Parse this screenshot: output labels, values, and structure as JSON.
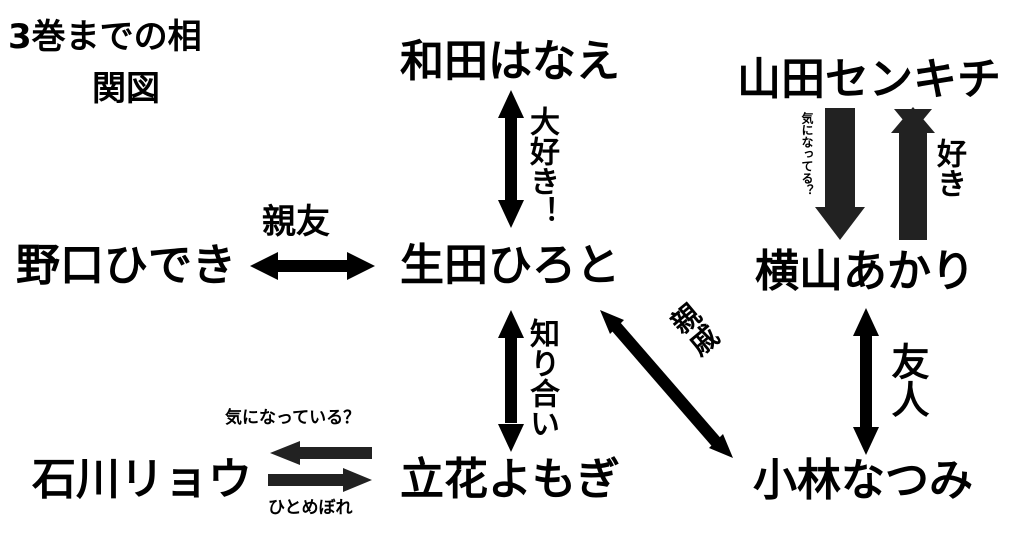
{
  "title": {
    "line1": "3巻までの相",
    "line2": "関図"
  },
  "characters": {
    "wada": "和田はなえ",
    "yamada": "山田センキチ",
    "noguchi": "野口ひでき",
    "ikuta": "生田ひろと",
    "yokoyama": "横山あかり",
    "ishikawa": "石川リョウ",
    "tachibana": "立花よもぎ",
    "kobayashi": "小林なつみ"
  },
  "relations": {
    "ikuta_wada": "大好き！",
    "noguchi_ikuta": "親友",
    "ikuta_tachibana": "知り合い",
    "ikuta_kobayashi": "親戚",
    "yamada_to_yokoyama": "気になってる？",
    "yokoyama_to_yamada": "好き",
    "yokoyama_kobayashi": "友人",
    "tachibana_to_ishikawa": "気になっている？",
    "ishikawa_to_tachibana": "ひとめぼれ"
  },
  "colors": {
    "arrow": "#000000",
    "text": "#000000",
    "background": "#ffffff"
  }
}
